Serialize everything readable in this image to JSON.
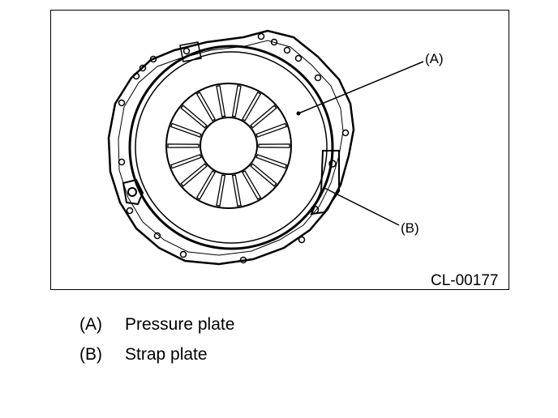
{
  "figure": {
    "figure_id": "CL-00177",
    "callouts": [
      {
        "key": "(A)"
      },
      {
        "key": "(B)"
      }
    ]
  },
  "legend": [
    {
      "key": "(A)",
      "text": "Pressure plate"
    },
    {
      "key": "(B)",
      "text": "Strap plate"
    }
  ]
}
